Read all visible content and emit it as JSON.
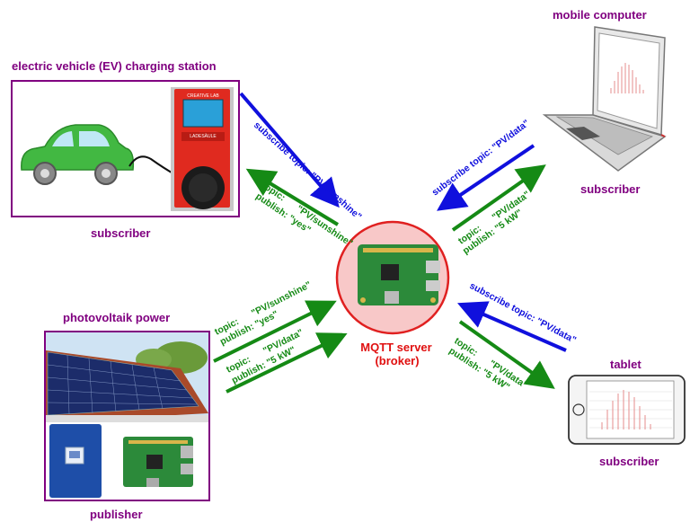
{
  "nodes": {
    "ev": {
      "title": "electric vehicle (EV) charging station",
      "role": "subscriber",
      "station_brand": "CREATIVE LAB",
      "station_text": "LADESÄULE"
    },
    "mobile": {
      "title": "mobile computer",
      "role": "subscriber"
    },
    "pv": {
      "title": "photovoltaik power",
      "role": "publisher"
    },
    "tablet": {
      "title": "tablet",
      "role": "subscriber"
    },
    "broker": {
      "title": "MQTT server",
      "subtitle": "(broker)"
    }
  },
  "arrows": {
    "ev_subscribe": "subscribe topic: \"PV/sunshine\"",
    "ev_publish_topic": "topic:      \"PV/sunshine\"",
    "ev_publish_payload": "publish: \"yes\"",
    "mobile_subscribe": "subscribe topic: \"PV/data\"",
    "mobile_publish_topic": "topic:      \"PV/data\"",
    "mobile_publish_payload": "publish: \"5 kW\"",
    "pv_publish1_topic": "topic:      \"PV/sunshine\"",
    "pv_publish1_payload": "publish: \"yes\"",
    "pv_publish2_topic": "topic:      \"PV/data\"",
    "pv_publish2_payload": "publish: \"5 kW\"",
    "tablet_subscribe": "subscribe topic: \"PV/data\"",
    "tablet_publish_topic": "topic:      \"PV/data\"",
    "tablet_publish_payload": "publish: \"5 kW\""
  },
  "colors": {
    "subscribe": "#1010dd",
    "publish": "#158a15",
    "label": "#800080",
    "broker_text": "#e01010",
    "broker_ring": "#e02020",
    "broker_fill": "#f8c8c8"
  }
}
